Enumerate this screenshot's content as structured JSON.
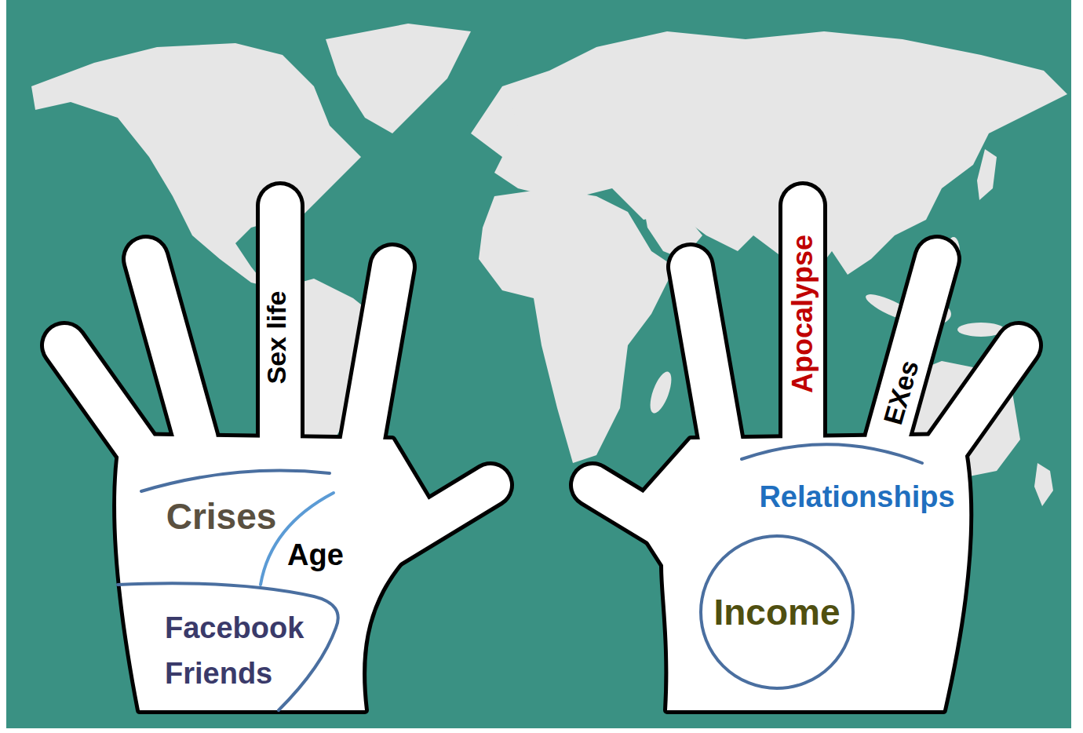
{
  "diagram": {
    "nodes": [
      {
        "text": [
          "Sex life",
          "Crises",
          "Age",
          "Facebook Friends"
        ]
      },
      {
        "text": [
          "Apocalypse",
          "EXes",
          "Relationships"
        ]
      },
      {
        "text": [
          "Income"
        ],
        "in": 1
      }
    ]
  }
}
